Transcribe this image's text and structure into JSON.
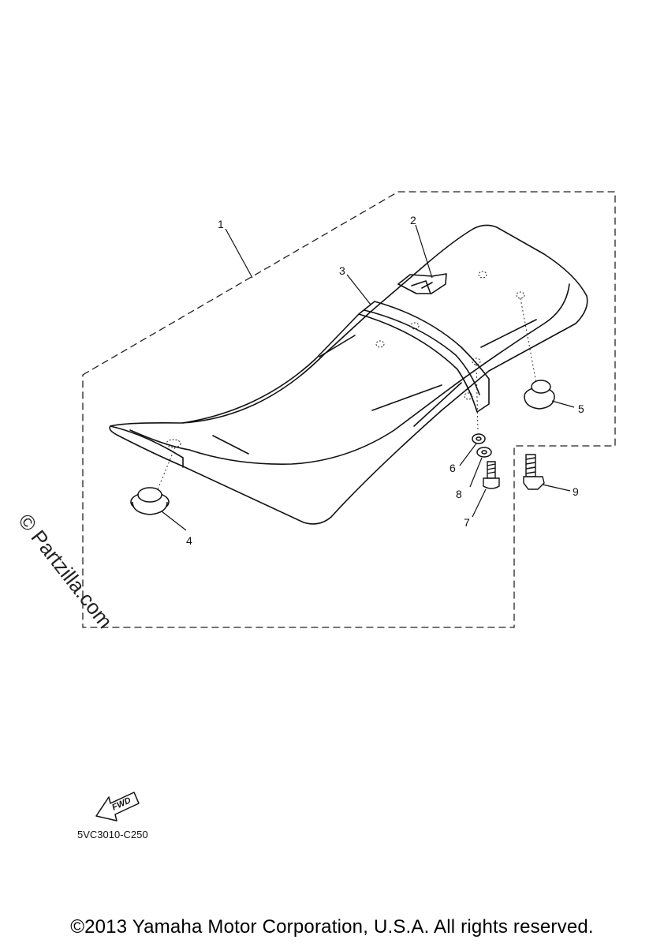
{
  "watermark": "© Partzilla.com",
  "callouts": [
    "1",
    "2",
    "3",
    "4",
    "5",
    "6",
    "7",
    "8",
    "9"
  ],
  "fwd_label": "FWD",
  "diagram_code": "5VC3010-C250",
  "copyright": "©2013 Yamaha Motor Corporation, U.S.A. All rights reserved."
}
